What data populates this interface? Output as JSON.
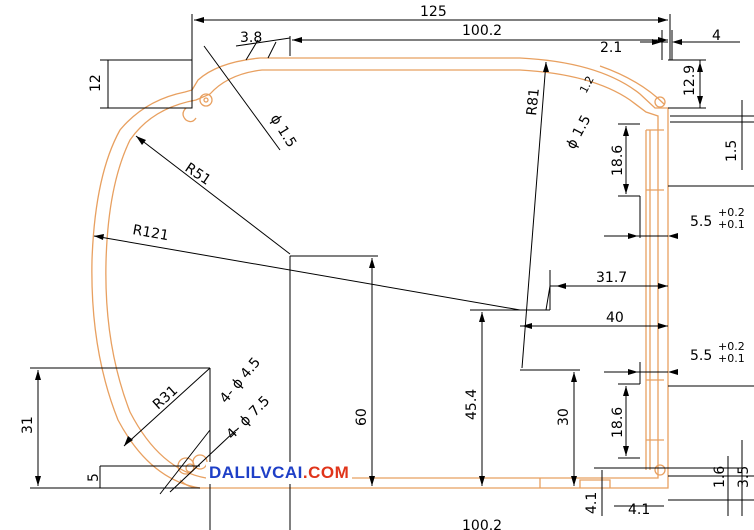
{
  "drawing": {
    "dimensions": {
      "overall_width": "125",
      "top_width": "100.2",
      "bottom_width": "100.2",
      "d_3_8": "3.8",
      "d_2_1": "2.1",
      "d_4": "4",
      "d_12": "12",
      "d_12_9": "12.9",
      "d_1_5": "1.5",
      "d_18_6_top": "18.6",
      "d_18_6_bottom": "18.6",
      "d_5_5_top": "5.5",
      "d_5_5_bottom": "5.5",
      "tol_top_upper": "+0.2",
      "tol_top_lower": "+0.1",
      "tol_bottom_upper": "+0.2",
      "tol_bottom_lower": "+0.1",
      "d_31_7": "31.7",
      "d_40": "40",
      "d_60": "60",
      "d_45_4": "45.4",
      "d_30": "30",
      "d_31": "31",
      "d_5": "5",
      "d_4_1_left": "4.1",
      "d_4_1_right": "4.1",
      "d_1_6": "1.6",
      "d_3_5": "3.5",
      "phi_1_5_left": "ϕ 1.5",
      "phi_1_5_right": "ϕ 1.5",
      "phi_4_5": "4- ϕ 4.5",
      "phi_7_5": "4- ϕ 7.5",
      "r_51": "R51",
      "r_121": "R121",
      "r_81": "R81",
      "r_31": "R31"
    },
    "colors": {
      "profile": "#e8a060",
      "dimension_lines": "#000000"
    }
  },
  "watermark": {
    "part1": "DALILVCAI",
    "part2": ".COM"
  }
}
